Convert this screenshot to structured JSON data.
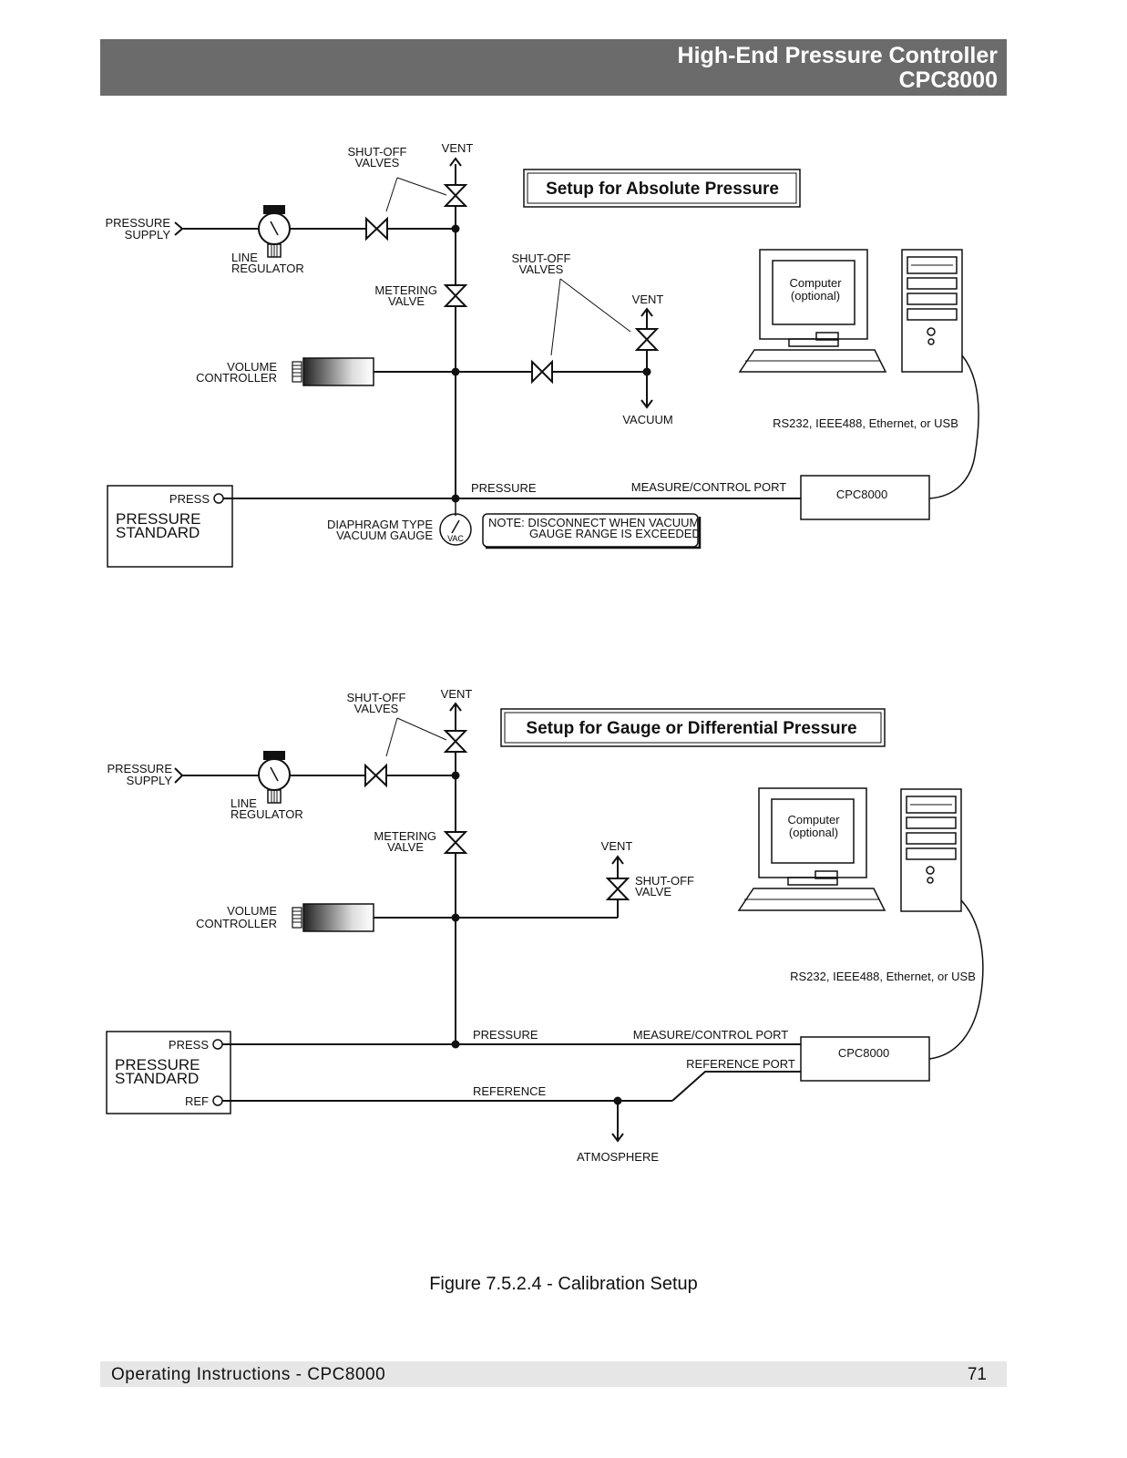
{
  "header": {
    "title_line1": "High-End Pressure Controller",
    "title_line2": "CPC8000"
  },
  "absolute_setup": {
    "title": "Setup for Absolute Pressure",
    "shutoff_valves_top": [
      "SHUT-OFF",
      "VALVES"
    ],
    "vent_top": "VENT",
    "pressure_supply": [
      "PRESSURE",
      "SUPPLY"
    ],
    "line_regulator": [
      "LINE",
      "REGULATOR"
    ],
    "metering_valve": [
      "METERING",
      "VALVE"
    ],
    "shutoff_valves_mid": [
      "SHUT-OFF",
      "VALVES"
    ],
    "vent_mid": "VENT",
    "volume_controller": [
      "VOLUME",
      "CONTROLLER"
    ],
    "vacuum": "VACUUM",
    "computer": [
      "Computer",
      "(optional)"
    ],
    "interfaces": "RS232, IEEE488, Ethernet, or USB",
    "press_port": "PRESS",
    "pressure_standard": [
      "PRESSURE",
      "STANDARD"
    ],
    "pressure_line": "PRESSURE",
    "measure_control_port": "MEASURE/CONTROL  PORT",
    "device": "CPC8000",
    "vacuum_gauge": [
      "DIAPHRAGM  TYPE",
      "VACUUM  GAUGE"
    ],
    "gauge_badge": "VAC",
    "note": [
      "NOTE:  DISCONNECT WHEN VACUUM",
      "GAUGE RANGE IS EXCEEDED"
    ]
  },
  "gauge_setup": {
    "title": "Setup for Gauge or Differential Pressure",
    "shutoff_valves_top": [
      "SHUT-OFF",
      "VALVES"
    ],
    "vent_top": "VENT",
    "pressure_supply": [
      "PRESSURE",
      "SUPPLY"
    ],
    "line_regulator": [
      "LINE",
      "REGULATOR"
    ],
    "metering_valve": [
      "METERING",
      "VALVE"
    ],
    "vent_mid": "VENT",
    "shutoff_valve": [
      "SHUT-OFF",
      "VALVE"
    ],
    "volume_controller": [
      "VOLUME",
      "CONTROLLER"
    ],
    "computer": [
      "Computer",
      "(optional)"
    ],
    "interfaces": "RS232, IEEE488, Ethernet, or USB",
    "press_port": "PRESS",
    "pressure_standard": [
      "PRESSURE",
      "STANDARD"
    ],
    "ref_port": "REF",
    "pressure_line": "PRESSURE",
    "measure_control_port": "MEASURE/CONTROL  PORT",
    "reference_port": "REFERENCE  PORT",
    "device": "CPC8000",
    "reference_line": "REFERENCE",
    "atmosphere": "ATMOSPHERE"
  },
  "caption": "Figure 7.5.2.4 - Calibration Setup",
  "footer": {
    "left": "Operating Instructions - CPC8000",
    "page_number": "71"
  }
}
